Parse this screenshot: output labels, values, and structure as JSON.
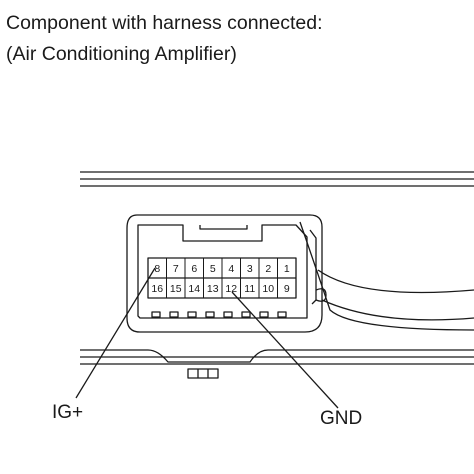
{
  "title": {
    "line1": "Component with harness connected:",
    "line2": "(Air Conditioning Amplifier)"
  },
  "connector": {
    "top_row_pins": [
      "8",
      "7",
      "6",
      "5",
      "4",
      "3",
      "2",
      "1"
    ],
    "bottom_row_pins": [
      "16",
      "15",
      "14",
      "13",
      "12",
      "11",
      "10",
      "9"
    ]
  },
  "callouts": {
    "ig_plus": "IG+",
    "gnd": "GND"
  }
}
